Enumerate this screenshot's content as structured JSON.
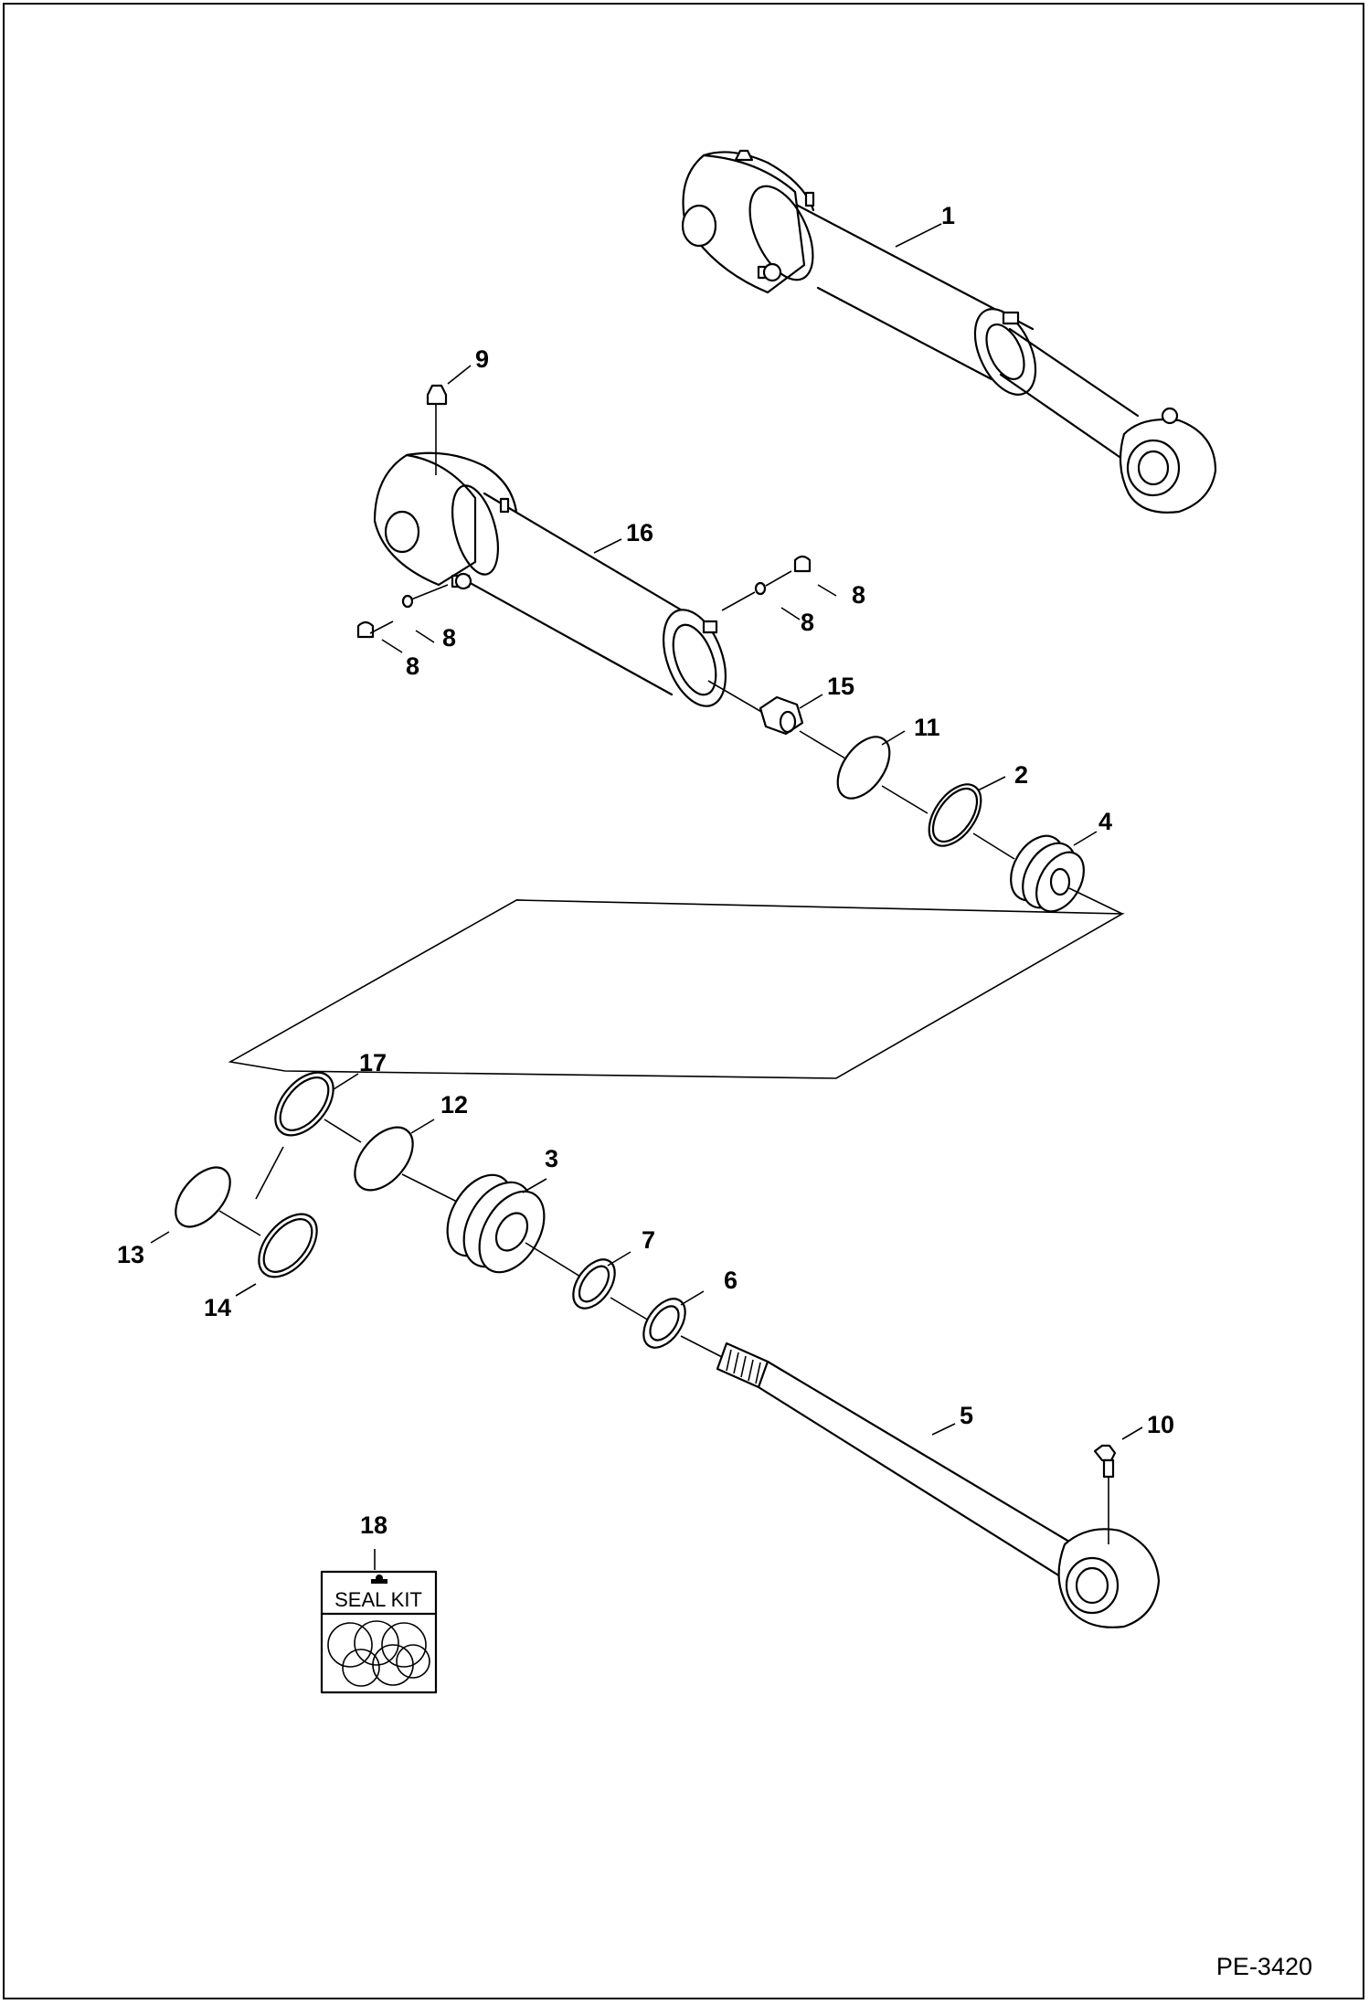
{
  "drawing_ref": "PE-3420",
  "seal_kit_label": "SEAL KIT",
  "callouts": [
    "1",
    "2",
    "3",
    "4",
    "5",
    "6",
    "7",
    "8",
    "8",
    "8",
    "8",
    "9",
    "10",
    "11",
    "12",
    "13",
    "14",
    "15",
    "16",
    "17",
    "18"
  ]
}
